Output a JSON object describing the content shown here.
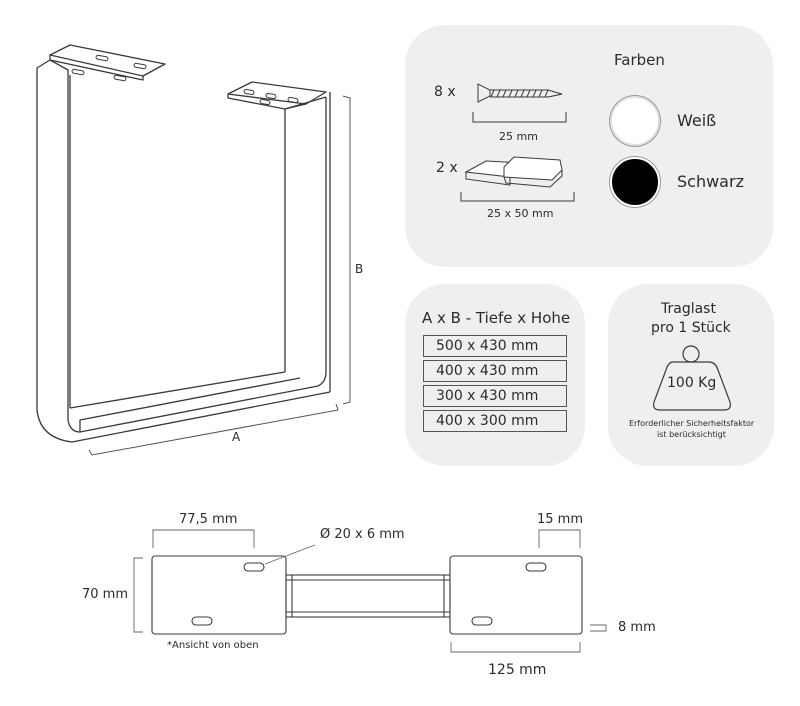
{
  "diagram": {
    "label_a": "A",
    "label_b": "B"
  },
  "colors_card": {
    "title": "Farben",
    "screws": {
      "qty": "8 x",
      "size": "25 mm"
    },
    "pads": {
      "qty": "2 x",
      "size": "25 x 50 mm"
    },
    "swatches": [
      {
        "name": "Weiß",
        "hex": "#ffffff"
      },
      {
        "name": "Schwarz",
        "hex": "#000000"
      }
    ]
  },
  "sizes_card": {
    "title": "A x B - Tiefe x Hohe",
    "rows": [
      "500 x 430 mm",
      "400 x 430 mm",
      "300 x 430 mm",
      "400 x 300 mm"
    ]
  },
  "load_card": {
    "title_line1": "Traglast",
    "title_line2": "pro 1 Stück",
    "weight": "100 Kg",
    "note_line1": "Erforderlicher Sicherheitsfaktor",
    "note_line2": "ist berücksichtigt"
  },
  "top_view": {
    "dim_left_width": "77,5 mm",
    "dim_hole": "Ø 20 x 6 mm",
    "dim_right_width": "15 mm",
    "dim_height": "70 mm",
    "dim_thickness": "8 mm",
    "dim_plate_length": "125 mm",
    "note": "*Ansicht von oben"
  }
}
